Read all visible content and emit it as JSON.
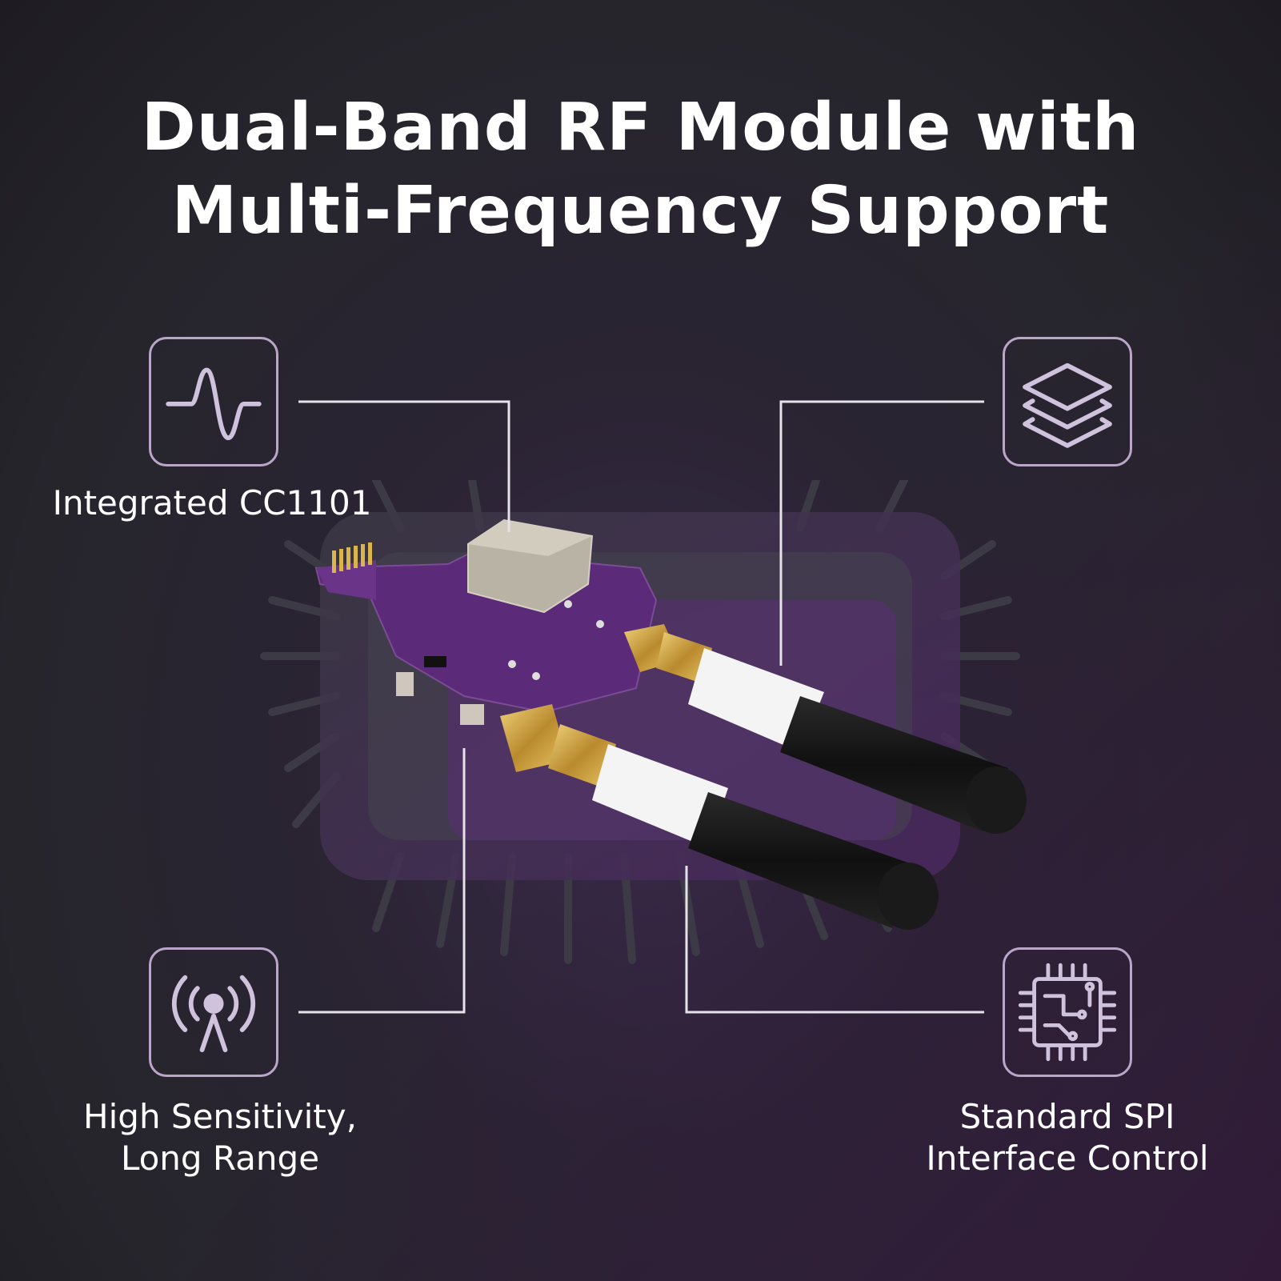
{
  "title": {
    "line1": "Dual-Band RF Module with",
    "line2": "Multi-Frequency Support"
  },
  "features": [
    {
      "label": "Integrated CC1101",
      "icon": "waveform-icon"
    },
    {
      "label": "",
      "icon": "layers-icon"
    },
    {
      "label_line1": "High Sensitivity,",
      "label_line2": "Long Range",
      "icon": "broadcast-antenna-icon"
    },
    {
      "label_line1": "Standard SPI",
      "label_line2": "Interface Control",
      "icon": "processor-chip-icon"
    }
  ],
  "colors": {
    "accent": "#b9a6c9",
    "pcb": "#5b2a78",
    "background": "#26252c"
  }
}
